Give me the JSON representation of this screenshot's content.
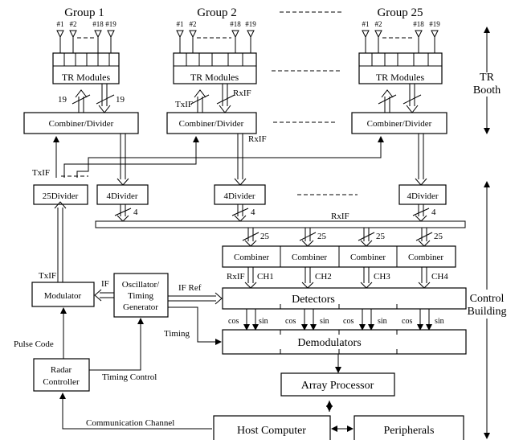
{
  "groups": {
    "g1": "Group 1",
    "g2": "Group 2",
    "g25": "Group 25"
  },
  "antennas": {
    "a1": "#1",
    "a2": "#2",
    "a18": "#18",
    "a19": "#19"
  },
  "blocks": {
    "tr_modules": "TR Modules",
    "combiner_divider": "Combiner/Divider",
    "divider25": "25Divider",
    "divider4": "4Divider",
    "combiner": "Combiner",
    "detectors": "Detectors",
    "demodulators": "Demodulators",
    "array_processor": "Array Processor",
    "host_computer": "Host Computer",
    "peripherals": "Peripherals",
    "modulator": "Modulator",
    "oscillator_l1": "Oscillator/",
    "oscillator_l2": "Timing",
    "oscillator_l3": "Generator",
    "radar_l1": "Radar",
    "radar_l2": "Controller"
  },
  "labels": {
    "n19": "19",
    "n4": "4",
    "n25": "25",
    "txif": "TxIF",
    "rxif": "RxIF",
    "if": "IF",
    "if_ref": "IF Ref",
    "timing": "Timing",
    "pulse_code": "Pulse Code",
    "timing_control": "Timing Control",
    "comm_channel": "Communication Channel",
    "cos": "cos",
    "sin": "sin",
    "ch1": "CH1",
    "ch2": "CH2",
    "ch3": "CH3",
    "ch4": "CH4"
  },
  "zones": {
    "tr_booth_l1": "TR",
    "tr_booth_l2": "Booth",
    "control_l1": "Control",
    "control_l2": "Building"
  }
}
